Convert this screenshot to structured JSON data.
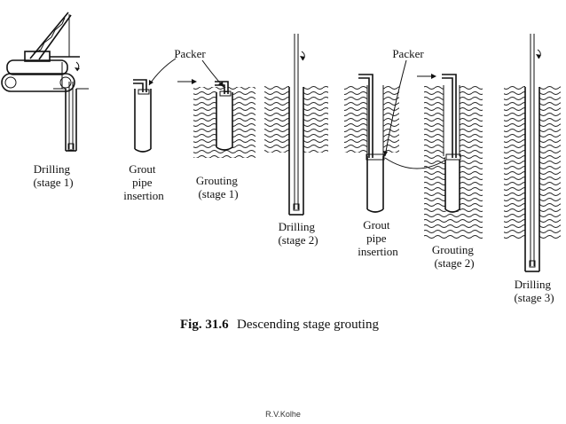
{
  "figure": {
    "caption_number": "Fig. 31.6",
    "caption_text": "Descending stage grouting",
    "packer_label_left": "Packer",
    "packer_label_right": "Packer",
    "stages": [
      {
        "lines": [
          "Drilling",
          "(stage 1)"
        ]
      },
      {
        "lines": [
          "Grout",
          "pipe",
          "insertion"
        ]
      },
      {
        "lines": [
          "Grouting",
          "(stage 1)"
        ]
      },
      {
        "lines": [
          "Drilling",
          "(stage 2)"
        ]
      },
      {
        "lines": [
          "Grout",
          "pipe",
          "insertion"
        ]
      },
      {
        "lines": [
          "Grouting",
          "(stage 2)"
        ]
      },
      {
        "lines": [
          "Drilling",
          "(stage 3)"
        ]
      }
    ]
  },
  "footer": {
    "author": "R.V.Kolhe"
  }
}
